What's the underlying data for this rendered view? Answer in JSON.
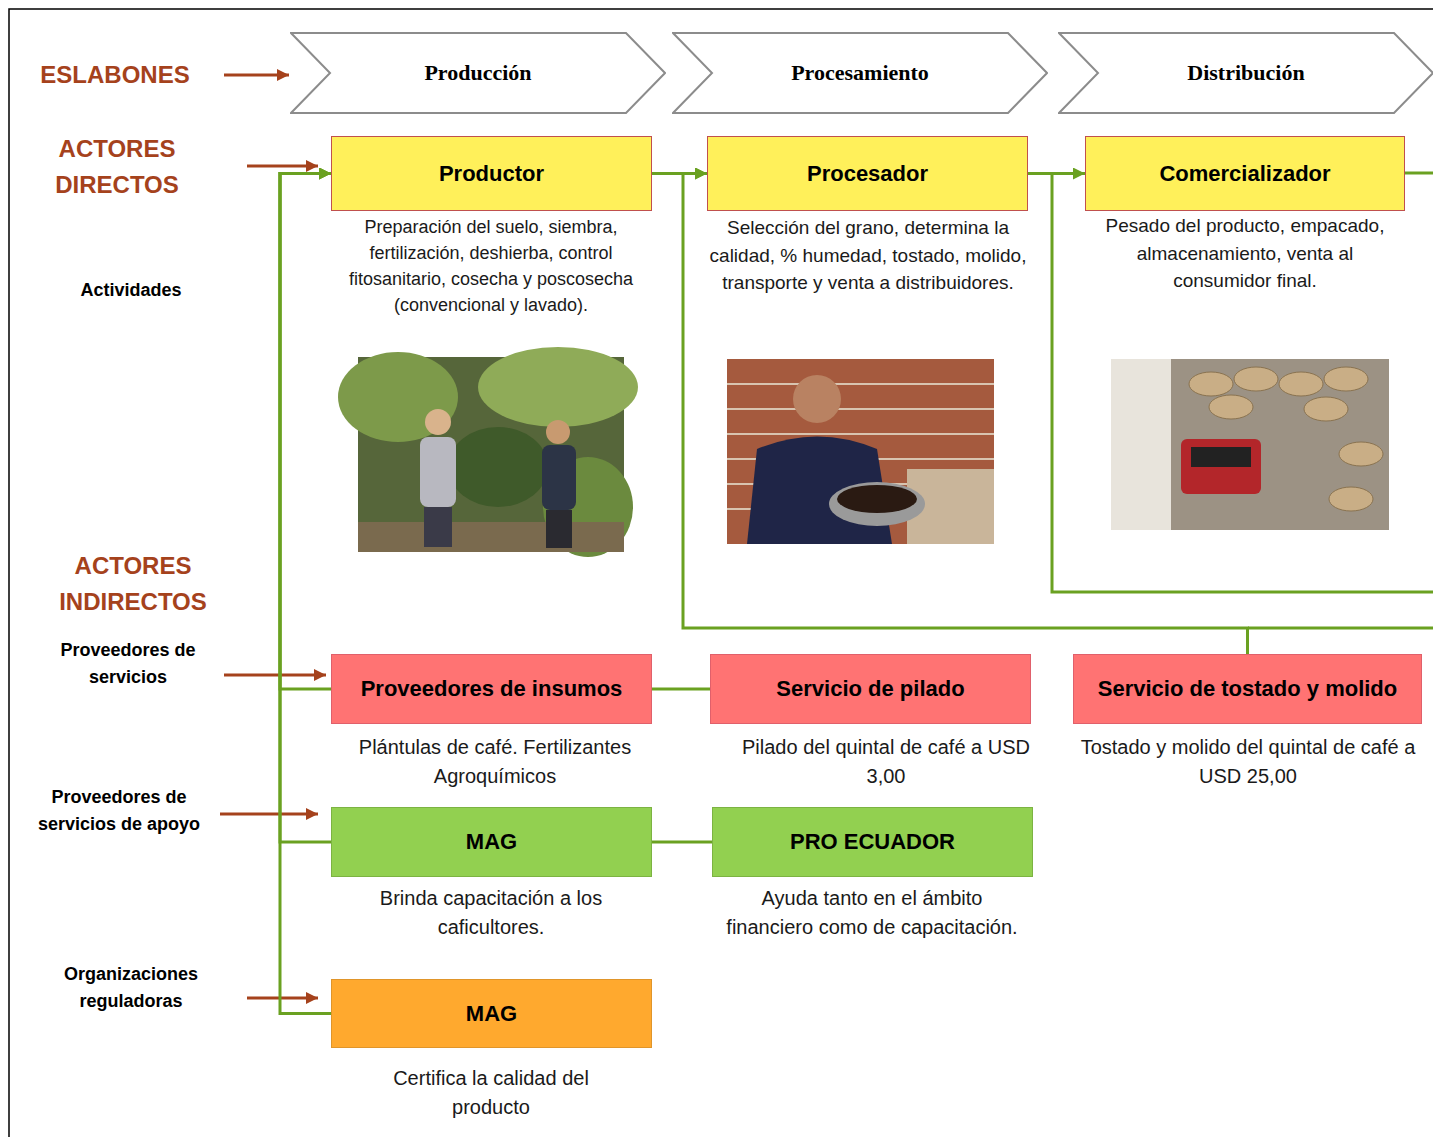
{
  "diagram": {
    "nodes": [
      {
        "text": [
          "Producción"
        ]
      },
      {
        "text": [
          "Procesamiento"
        ]
      },
      {
        "text": [
          "Distribución"
        ]
      },
      {
        "text": [
          "Productor",
          "Preparación del suelo, siembra, fertilización, deshierba, control fitosanitario, cosecha y poscosecha (convencional y lavado)."
        ]
      },
      {
        "text": [
          "Procesador",
          "Selección del grano, determina la calidad, % humedad, tostado, molido, transporte y venta a distribuidores."
        ]
      },
      {
        "text": [
          "Comercializador",
          "Pesado del producto, empacado, almacenamiento, venta al consumidor final."
        ]
      },
      {
        "text": [
          "Proveedores de insumos",
          "Plántulas de café. Fertilizantes Agroquímicos"
        ]
      },
      {
        "text": [
          "Servicio de pilado",
          "Pilado del quintal de café a USD 3,00"
        ]
      },
      {
        "text": [
          "Servicio de tostado y molido",
          "Tostado y molido del quintal de café a USD 25,00"
        ]
      },
      {
        "text": [
          "MAG",
          "Brinda capacitación a los caficultores."
        ]
      },
      {
        "text": [
          "PRO ECUADOR",
          "Ayuda tanto en el ámbito financiero como de capacitación."
        ]
      },
      {
        "text": [
          "MAG",
          "Certifica la calidad del producto"
        ]
      }
    ],
    "edges": [
      {
        "from": 3,
        "to": 4,
        "arrow": "to"
      },
      {
        "from": 4,
        "to": 5,
        "arrow": "to"
      },
      {
        "from": 6,
        "to": 3,
        "arrow": "to"
      },
      {
        "from": 9,
        "to": 3,
        "arrow": "to"
      },
      {
        "from": 11,
        "to": 3,
        "arrow": "to"
      },
      {
        "from": 6,
        "to": 7,
        "arrow": "none"
      },
      {
        "from": 9,
        "to": 10,
        "arrow": "none"
      },
      {
        "from": 8,
        "to": 4,
        "arrow": "to"
      }
    ],
    "labels": [
      "ESLABONES",
      "ACTORES DIRECTOS",
      "Actividades",
      "ACTORES INDIRECTOS",
      "Proveedores de servicios",
      "Proveedores de servicios de apoyo",
      "Organizaciones reguladoras"
    ]
  }
}
